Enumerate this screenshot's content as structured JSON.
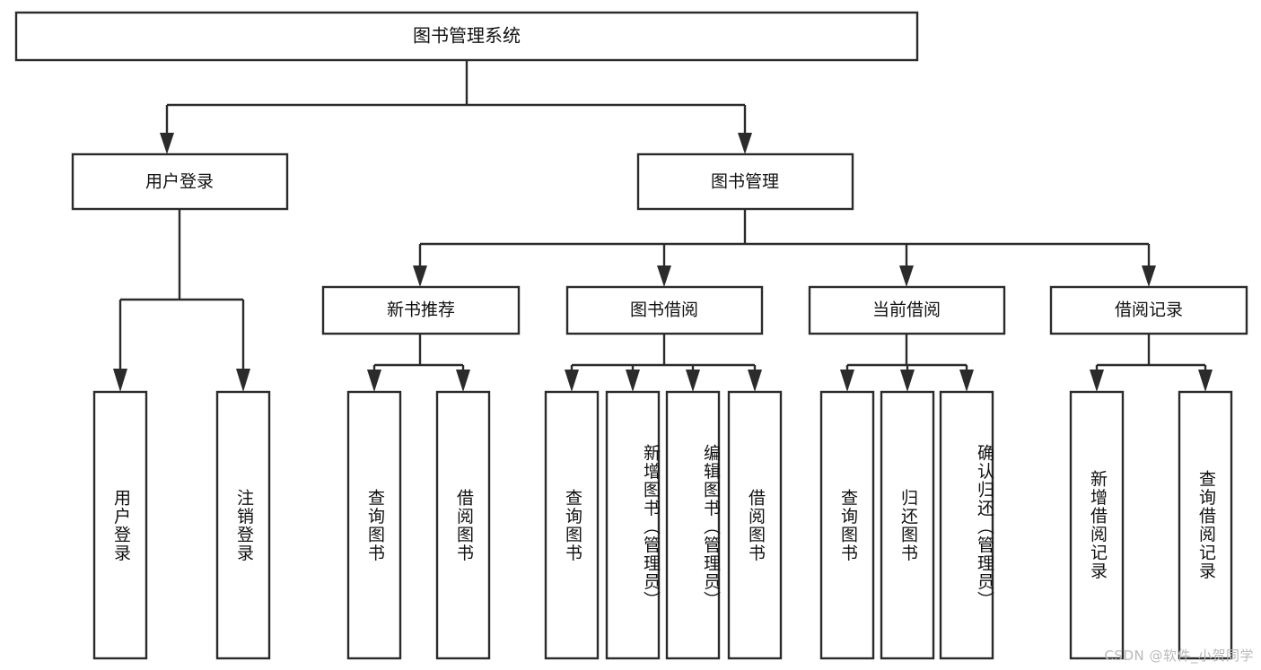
{
  "diagram": {
    "title": "图书管理系统",
    "type": "hierarchy-tree",
    "root": {
      "id": "root",
      "label": "图书管理系统"
    },
    "level2": [
      {
        "id": "user-login",
        "label": "用户登录"
      },
      {
        "id": "book-manage",
        "label": "图书管理"
      }
    ],
    "level3": [
      {
        "id": "new-book-recommend",
        "label": "新书推荐",
        "parent": "book-manage"
      },
      {
        "id": "book-borrow",
        "label": "图书借阅",
        "parent": "book-manage"
      },
      {
        "id": "current-borrow",
        "label": "当前借阅",
        "parent": "book-manage"
      },
      {
        "id": "borrow-record",
        "label": "借阅记录",
        "parent": "book-manage"
      }
    ],
    "leaves": [
      {
        "id": "leaf-user-login",
        "label": "用户登录",
        "parent": "user-login"
      },
      {
        "id": "leaf-logout-login",
        "label": "注销登录",
        "parent": "user-login"
      },
      {
        "id": "leaf-query-book-1",
        "label": "查询图书",
        "parent": "new-book-recommend"
      },
      {
        "id": "leaf-borrow-book-1",
        "label": "借阅图书",
        "parent": "new-book-recommend"
      },
      {
        "id": "leaf-query-book-2",
        "label": "查询图书",
        "parent": "book-borrow"
      },
      {
        "id": "leaf-add-book",
        "label": "新增图书（管理员）",
        "parent": "book-borrow"
      },
      {
        "id": "leaf-edit-book",
        "label": "编辑图书（管理员）",
        "parent": "book-borrow"
      },
      {
        "id": "leaf-borrow-book-2",
        "label": "借阅图书",
        "parent": "book-borrow"
      },
      {
        "id": "leaf-query-book-3",
        "label": "查询图书",
        "parent": "current-borrow"
      },
      {
        "id": "leaf-return-book",
        "label": "归还图书",
        "parent": "current-borrow"
      },
      {
        "id": "leaf-confirm-return",
        "label": "确认归还（管理员）",
        "parent": "current-borrow"
      },
      {
        "id": "leaf-add-record",
        "label": "新增借阅记录",
        "parent": "borrow-record"
      },
      {
        "id": "leaf-query-record",
        "label": "查询借阅记录",
        "parent": "borrow-record"
      }
    ],
    "colors": {
      "stroke": "#2b2b2b",
      "fill": "#ffffff",
      "text": "#111111",
      "watermark": "#b9b9b9"
    }
  },
  "watermark": {
    "text": "CSDN @软件_小贺同学"
  }
}
